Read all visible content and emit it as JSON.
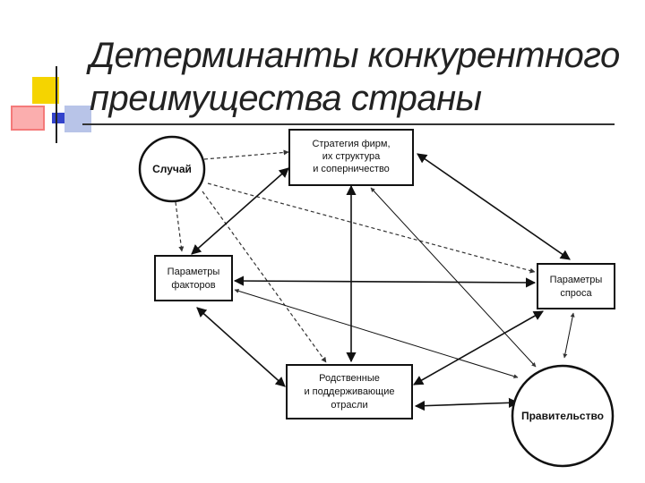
{
  "slide": {
    "title_line1": "Детерминанты конкурентного",
    "title_line2": "преимущества страны"
  },
  "diagram": {
    "nodes": {
      "chance": {
        "label": "Случай"
      },
      "strategy": {
        "lines": [
          "Стратегия фирм,",
          "их структура",
          "и соперничество"
        ]
      },
      "factors": {
        "lines": [
          "Параметры",
          "факторов"
        ]
      },
      "demand": {
        "lines": [
          "Параметры",
          "спроса"
        ]
      },
      "related": {
        "lines": [
          "Родственные",
          "и поддерживающие",
          "отрасли"
        ]
      },
      "government": {
        "label": "Правительство"
      }
    }
  },
  "colors": {
    "logo_yellow": "#f5d400",
    "logo_red": "#e8242a",
    "logo_blue": "#3344cc",
    "logo_lightblue": "#b8c4e8"
  }
}
